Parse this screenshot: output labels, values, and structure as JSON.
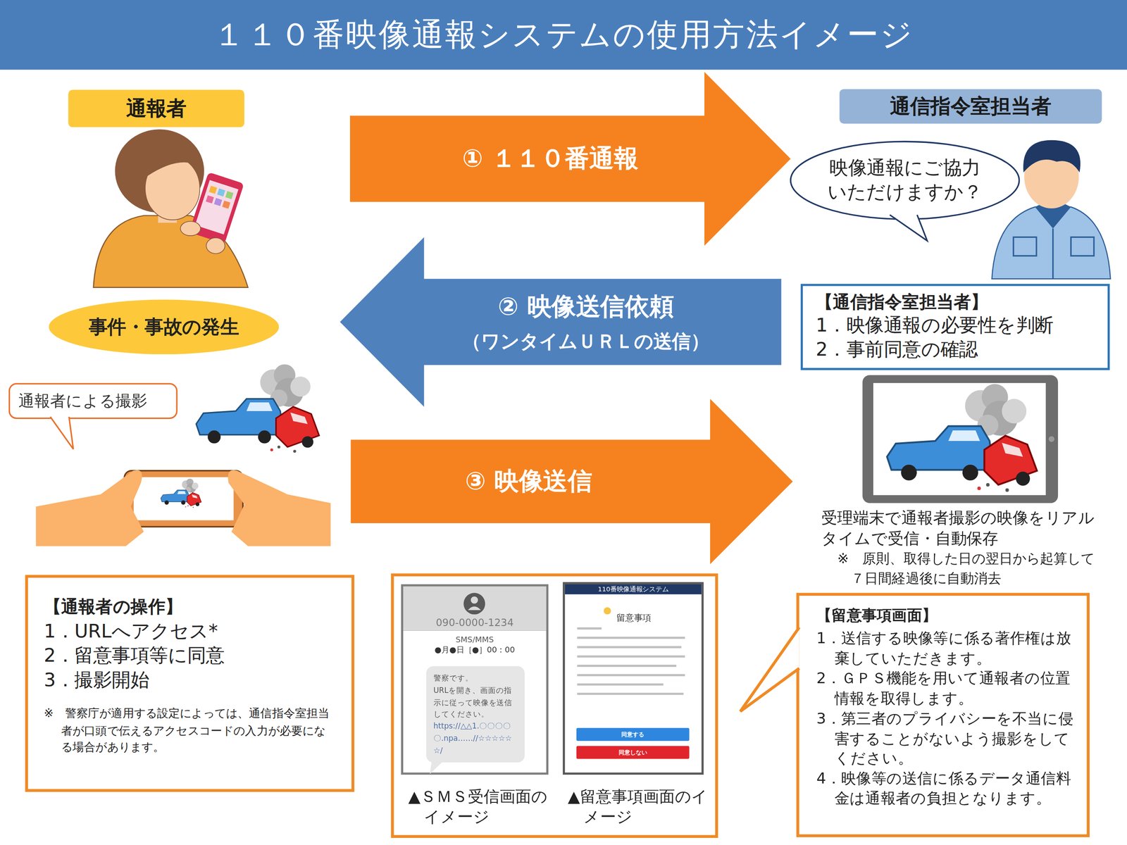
{
  "diagram": {
    "title": "１１０番映像通報システムの使用方法イメージ",
    "nodes": [
      {
        "text": [
          "通報者"
        ]
      },
      {
        "text": [
          "通信指令室担当者"
        ]
      },
      {
        "text": [
          "映像通報にご協力いただけますか？"
        ]
      },
      {
        "text": [
          "① １１０番通報"
        ]
      },
      {
        "text": [
          "② 映像送信依頼",
          "（ワンタイムＵＲＬの送信）"
        ]
      },
      {
        "text": [
          "事件・事故の発生"
        ]
      },
      {
        "text": [
          "通報者による撮影"
        ]
      },
      {
        "text": [
          "③ 映像送信"
        ]
      },
      {
        "text": [
          "【通信指令室担当者】",
          "1．映像通報の必要性を判断",
          "2．事前同意の確認"
        ]
      },
      {
        "text": [
          "【通報者の操作】",
          "1．URLへアクセス*",
          "2．留意事項等に同意",
          "3．撮影開始",
          "※　警察庁が適用する設定によっては、通信指令室担当者が口頭で伝えるアクセスコードの入力が必要になる場合があります。"
        ]
      },
      {
        "text": [
          "▲ＳＭＳ受信画面のイメージ",
          "▲留意事項画面のイメージ"
        ]
      },
      {
        "text": [
          "090-0000-1234",
          "SMS/MMS",
          "●月●日［●］00：00"
        ],
        "in": 10
      },
      {
        "text": [
          "警察です。",
          "URLを開き、画面の指示に従って映像を送信してください。",
          "https://△△1.〇〇〇〇〇.npa……//☆☆☆☆☆☆/"
        ],
        "in": 11
      },
      {
        "text": [
          "110番映像通報システム",
          "留意事項"
        ],
        "in": 10
      },
      {
        "text": [
          "同意する"
        ],
        "in": 13
      },
      {
        "text": [
          "同意しない"
        ],
        "in": 13
      },
      {
        "text": [
          "【留意事項画面】",
          "1．送信する映像等に係る著作権は放棄していただきます。",
          "2．ＧＰＳ機能を用いて通報者の位置情報を取得します。",
          "3．第三者のプライバシーを不当に侵害することがないよう撮影をしてください。",
          "4．映像等の送信に係るデータ通信料金は通報者の負担となります。"
        ]
      }
    ],
    "labels": [
      "受理端末で通報者撮影の映像をリアルタイムで受信・自動保存",
      "※　原則、取得した日の翌日から起算して７日間経過後に自動消去"
    ]
  }
}
